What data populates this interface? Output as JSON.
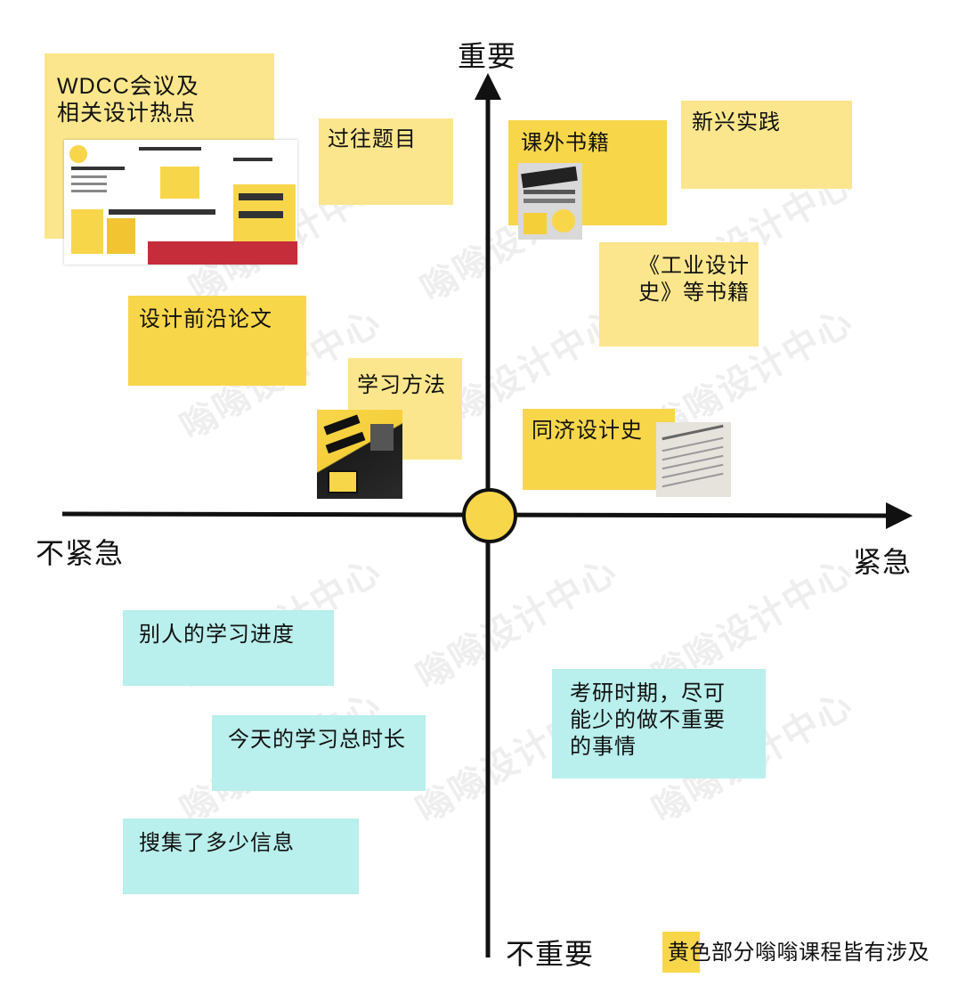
{
  "axes": {
    "top_label": "重要",
    "bottom_label": "不重要",
    "left_label": "不紧急",
    "right_label": "紧急"
  },
  "notes": {
    "wdcc": "WDCC会议及\n相关设计热点",
    "past_questions": "过往题目",
    "frontier_papers": "设计前沿论文",
    "study_methods": "学习方法",
    "extracurricular_books": "课外书籍",
    "new_practice": "新兴实践",
    "industrial_history_books": "《工业设计\n史》等书籍",
    "tongji_history": "同济设计史",
    "others_progress": "别人的学习进度",
    "study_time": "今天的学习总时长",
    "info_collected": "搜集了多少信息",
    "exam_advice": "考研时期，尽可\n能少的做不重要\n的事情"
  },
  "legend": {
    "text": "黄色部分嗡嗡课程皆有涉及",
    "color": "#f8d64a"
  },
  "watermark": "嗡嗡设计中心",
  "colors": {
    "yellow_light": "#fbe68d",
    "yellow_dark": "#f8d64a",
    "cyan": "#b9efec",
    "axis": "#111111",
    "center_circle": "#f8d64a"
  }
}
